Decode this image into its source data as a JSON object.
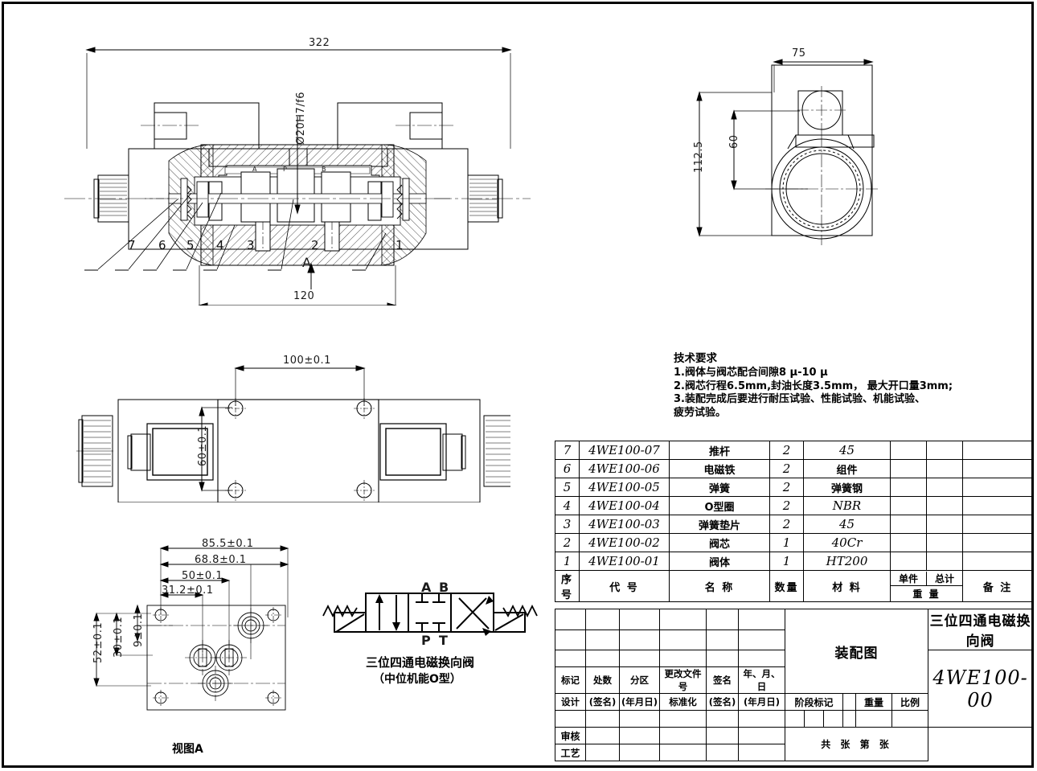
{
  "drawing": {
    "title_cn": "三位四通电磁换向阀",
    "drawing_number": "4WE100-00",
    "drawing_type_cn": "装配图"
  },
  "main_section_view": {
    "dim_overall_length": "322",
    "dim_body_length": "120",
    "dim_bore_fit": "Ø20H7/f6",
    "section_arrow_label": "A",
    "leader_numbers": [
      "7",
      "6",
      "5",
      "4",
      "3",
      "2",
      "1"
    ],
    "port_letters": [
      "A",
      "P",
      "B"
    ]
  },
  "end_view": {
    "dim_width": "75",
    "dim_height": "112.5",
    "dim_axis_height": "60"
  },
  "top_view": {
    "dim_hole_spacing_x": "100±0.1",
    "dim_hole_spacing_y": "60±0.1"
  },
  "view_a": {
    "caption": "视图A",
    "dims_horizontal": [
      "85.5±0.1",
      "68.8±0.1",
      "50±0.1",
      "31.2±0.1"
    ],
    "dims_vertical": [
      "52±0.1",
      "30±0.1",
      "9±0.1"
    ]
  },
  "schematic": {
    "caption_line1": "三位四通电磁换向阀",
    "caption_line2": "（中位机能O型）",
    "port_labels_top": [
      "A",
      "B"
    ],
    "port_labels_bottom": [
      "P",
      "T"
    ]
  },
  "tech_requirements": {
    "title": "技术要求",
    "lines": [
      "1.阀体与阀芯配合间隙8 μ-10 μ",
      "2.阀芯行程6.5mm,封油长度3.5mm， 最大开口量3mm;",
      "3.装配完成后要进行耐压试验、性能试验、机能试验、",
      "疲劳试验。"
    ]
  },
  "parts_list": {
    "headers": {
      "no": "序号",
      "code": "代 号",
      "name": "名 称",
      "qty": "数量",
      "material": "材 料",
      "weight_unit": "单件",
      "weight_total": "总计",
      "weight": "重 量",
      "remark": "备 注"
    },
    "rows": [
      {
        "no": "7",
        "code": "4WE100-07",
        "name": "推杆",
        "qty": "2",
        "material": "45",
        "w1": "",
        "w2": "",
        "remark": ""
      },
      {
        "no": "6",
        "code": "4WE100-06",
        "name": "电磁铁",
        "qty": "2",
        "material": "组件",
        "w1": "",
        "w2": "",
        "remark": ""
      },
      {
        "no": "5",
        "code": "4WE100-05",
        "name": "弹簧",
        "qty": "2",
        "material": "弹簧钢",
        "w1": "",
        "w2": "",
        "remark": ""
      },
      {
        "no": "4",
        "code": "4WE100-04",
        "name": "O型圈",
        "qty": "2",
        "material": "NBR",
        "w1": "",
        "w2": "",
        "remark": ""
      },
      {
        "no": "3",
        "code": "4WE100-03",
        "name": "弹簧垫片",
        "qty": "2",
        "material": "45",
        "w1": "",
        "w2": "",
        "remark": ""
      },
      {
        "no": "2",
        "code": "4WE100-02",
        "name": "阀芯",
        "qty": "1",
        "material": "40Cr",
        "w1": "",
        "w2": "",
        "remark": ""
      },
      {
        "no": "1",
        "code": "4WE100-01",
        "name": "阀体",
        "qty": "1",
        "material": "HT200",
        "w1": "",
        "w2": "",
        "remark": ""
      }
    ]
  },
  "title_block": {
    "rev_headers": [
      "标记",
      "处数",
      "分区",
      "更改文件号",
      "签名",
      "年、月、日"
    ],
    "design_row": [
      "设计",
      "(签名)",
      "(年月日)",
      "标准化",
      "(签名)",
      "(年月日)"
    ],
    "review_label": "审核",
    "process_label": "工艺",
    "stage_mark": "阶段标记",
    "weight": "重量",
    "scale": "比例",
    "sheet_count": "共  张 第  张",
    "type_label": "装配图",
    "product_title": "三位四通电磁换向阀",
    "drawing_code": "4WE100-00"
  }
}
